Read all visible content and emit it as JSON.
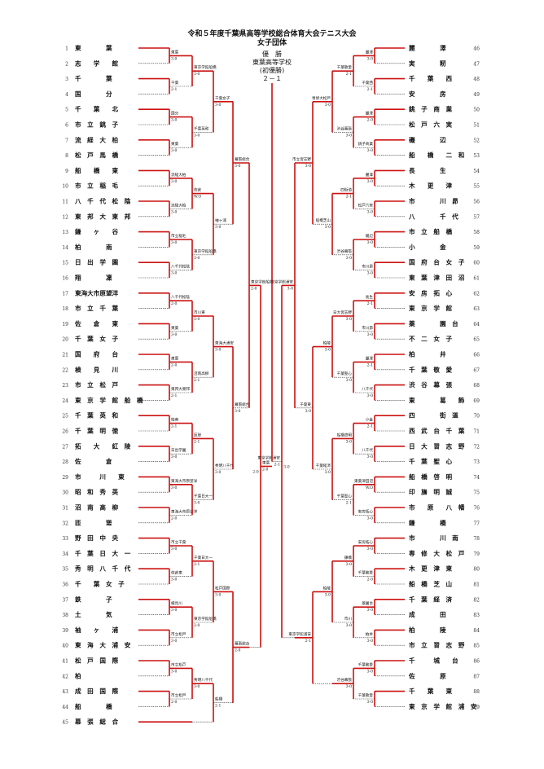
{
  "header": {
    "title": "令和５年度千葉県高等学校総合体育大会テニス大会",
    "subtitle": "女子団体"
  },
  "champion": {
    "label": "優　勝",
    "school": "東葉高等学校",
    "note": "(初優勝)",
    "score": "２－１"
  },
  "left_teams": [
    {
      "seed": "1",
      "name": "東　　　　葉"
    },
    {
      "seed": "2",
      "name": "志　　学　　館"
    },
    {
      "seed": "3",
      "name": "千　　　　葉"
    },
    {
      "seed": "4",
      "name": "国　　　　分"
    },
    {
      "seed": "5",
      "name": "千　　葉　　北"
    },
    {
      "seed": "6",
      "name": "市　立　銚　子"
    },
    {
      "seed": "7",
      "name": "流　経　大　柏"
    },
    {
      "seed": "8",
      "name": "松　戸　馬　橋"
    },
    {
      "seed": "9",
      "name": "船　　橋　　東"
    },
    {
      "seed": "10",
      "name": "市　立　稲　毛"
    },
    {
      "seed": "11",
      "name": "八　千　代　松　陰"
    },
    {
      "seed": "12",
      "name": "東　邦　大　東　邦"
    },
    {
      "seed": "13",
      "name": "鎌　　ヶ　　谷"
    },
    {
      "seed": "14",
      "name": "柏　　　　南"
    },
    {
      "seed": "15",
      "name": "日　出　学　園"
    },
    {
      "seed": "16",
      "name": "翔　　　　凜"
    },
    {
      "seed": "17",
      "name": "東海大市原望洋"
    },
    {
      "seed": "18",
      "name": "市　立　千　葉"
    },
    {
      "seed": "19",
      "name": "佐　　倉　　東"
    },
    {
      "seed": "20",
      "name": "千　葉　女　子"
    },
    {
      "seed": "21",
      "name": "国　　府　　台"
    },
    {
      "seed": "22",
      "name": "検　　見　　川"
    },
    {
      "seed": "23",
      "name": "市　立　松　戸"
    },
    {
      "seed": "24",
      "name": "東　京　学　館　船　橋"
    },
    {
      "seed": "25",
      "name": "千　葉　英　和"
    },
    {
      "seed": "26",
      "name": "千　葉　明　徳"
    },
    {
      "seed": "27",
      "name": "拓　　大　　紅　陵"
    },
    {
      "seed": "28",
      "name": "佐　　　　倉"
    },
    {
      "seed": "29",
      "name": "市　　　川　　東"
    },
    {
      "seed": "30",
      "name": "昭　和　秀　英"
    },
    {
      "seed": "31",
      "name": "沼　南　高　柳"
    },
    {
      "seed": "32",
      "name": "匝　　　　瑳"
    },
    {
      "seed": "33",
      "name": "野　田　中　央"
    },
    {
      "seed": "34",
      "name": "千　葉　日　大　一"
    },
    {
      "seed": "35",
      "name": "秀　明　八　千　代"
    },
    {
      "seed": "36",
      "name": "千　　葉　女　子"
    },
    {
      "seed": "37",
      "name": "鉄　　　　子"
    },
    {
      "seed": "38",
      "name": "土　　　　気"
    },
    {
      "seed": "39",
      "name": "袖　　ヶ　　浦"
    },
    {
      "seed": "40",
      "name": "東　海　大　浦　安"
    },
    {
      "seed": "41",
      "name": "松　戸　国　際"
    },
    {
      "seed": "42",
      "name": "柏"
    },
    {
      "seed": "43",
      "name": "成　田　国　際"
    },
    {
      "seed": "44",
      "name": "船　　　　橋"
    },
    {
      "seed": "45",
      "name": "幕　張　総　合"
    }
  ],
  "right_teams": [
    {
      "seed": "46",
      "name": "麗　　　　澤"
    },
    {
      "seed": "47",
      "name": "実　　　　籾"
    },
    {
      "seed": "48",
      "name": "千　　葉　　西"
    },
    {
      "seed": "49",
      "name": "安　　　　房"
    },
    {
      "seed": "50",
      "name": "銚　子　商　業"
    },
    {
      "seed": "51",
      "name": "松　戸　六　実"
    },
    {
      "seed": "52",
      "name": "磯　　　　辺"
    },
    {
      "seed": "53",
      "name": "船　　橋　　二　和"
    },
    {
      "seed": "54",
      "name": "長　　　　生"
    },
    {
      "seed": "55",
      "name": "木　　更　　津"
    },
    {
      "seed": "56",
      "name": "市　　　　川　昴"
    },
    {
      "seed": "57",
      "name": "八　　　　千　代"
    },
    {
      "seed": "58",
      "name": "市　立　船　橋"
    },
    {
      "seed": "59",
      "name": "小　　　　金"
    },
    {
      "seed": "60",
      "name": "国　府　台　女　子"
    },
    {
      "seed": "61",
      "name": "東　葉　津　田　沼"
    },
    {
      "seed": "62",
      "name": "安　房　拓　心"
    },
    {
      "seed": "63",
      "name": "東　京　学　館"
    },
    {
      "seed": "64",
      "name": "薬　　　　園　台"
    },
    {
      "seed": "65",
      "name": "不　二　女　子"
    },
    {
      "seed": "66",
      "name": "柏　　　　井"
    },
    {
      "seed": "67",
      "name": "千　葉　敬　愛"
    },
    {
      "seed": "68",
      "name": "渋　谷　幕　張"
    },
    {
      "seed": "69",
      "name": "東　　　　葛　　飾"
    },
    {
      "seed": "70",
      "name": "四　　　　街　道"
    },
    {
      "seed": "71",
      "name": "西　武　台　千　葉"
    },
    {
      "seed": "72",
      "name": "日　大　習　志　野"
    },
    {
      "seed": "73",
      "name": "千　葉　聖　心"
    },
    {
      "seed": "74",
      "name": "船　橋　啓　明"
    },
    {
      "seed": "75",
      "name": "印　旛　明　誠"
    },
    {
      "seed": "76",
      "name": "市　　原　　八　幡"
    },
    {
      "seed": "77",
      "name": "鎌　　　　橋"
    },
    {
      "seed": "78",
      "name": "市　　　　川　南"
    },
    {
      "seed": "79",
      "name": "専　修　大　松　戸"
    },
    {
      "seed": "80",
      "name": "木　更　津　東"
    },
    {
      "seed": "81",
      "name": "船　橋　芝　山"
    },
    {
      "seed": "82",
      "name": "千　葉　経　済"
    },
    {
      "seed": "83",
      "name": "成　　　　田"
    },
    {
      "seed": "84",
      "name": "柏　　　　陵"
    },
    {
      "seed": "85",
      "name": "市　立　習　志　野"
    },
    {
      "seed": "86",
      "name": "千　　　城　　台"
    },
    {
      "seed": "87",
      "name": "佐　　　　原"
    },
    {
      "seed": "88",
      "name": "千　　葉　　東"
    },
    {
      "seed": "89",
      "name": "東　京　学　館　浦　安"
    }
  ],
  "left_results": [
    {
      "winner": "東葉",
      "score": "3-0"
    },
    {
      "winner": "千葉",
      "score": "2-1"
    },
    {
      "winner": "国分",
      "score": "3-0"
    },
    {
      "winner": "東葉",
      "score": "3-0"
    },
    {
      "winner": "流経大柏",
      "score": "3-0"
    },
    {
      "winner": "流経大柏",
      "score": "3-0"
    },
    {
      "winner": "市立稲毛",
      "score": "3-0"
    },
    {
      "winner": "八千代松陰",
      "score": "3-0"
    },
    {
      "winner": "八千代松陰",
      "score": "2-0"
    },
    {
      "winner": "東葉",
      "score": "3-0"
    },
    {
      "winner": "東葉",
      "score": "2-0"
    },
    {
      "winner": "東邦大東邦",
      "score": "2-1"
    },
    {
      "winner": "柏南",
      "score": "2-1"
    },
    {
      "winner": "日出学園",
      "score": "3-0"
    },
    {
      "winner": "東海大市原望洋",
      "score": "3-0"
    },
    {
      "winner": "東海大市原望洋",
      "score": "2-0"
    },
    {
      "winner": "市立千葉",
      "score": "3-0"
    },
    {
      "winner": "佐倉東",
      "score": "3-0"
    },
    {
      "winner": "検見川",
      "score": "3-0"
    },
    {
      "winner": "市立松戸",
      "score": "3-0"
    },
    {
      "winner": "市立松戸",
      "score": "3-0"
    },
    {
      "winner": "市立松戸",
      "score": "2-0"
    },
    {
      "winner": "東京学館船橋",
      "score": "3-0"
    },
    {
      "winner": "千葉英和",
      "score": "3-0"
    },
    {
      "winner": "佐倉",
      "score": "W.O"
    },
    {
      "winner": "東京学館船橋",
      "score": "3-0"
    },
    {
      "winner": "市川東",
      "score": "3-0"
    },
    {
      "winner": "沼南高柳",
      "score": "2-1"
    },
    {
      "winner": "匝瑳",
      "score": "2-1"
    },
    {
      "winner": "千葉日大一",
      "score": "3-0"
    },
    {
      "winner": "千葉日大一",
      "score": "2-1"
    },
    {
      "winner": "東京学館船橋",
      "score": "2-0"
    },
    {
      "winner": "秀明八千代",
      "score": "3-0"
    },
    {
      "winner": "千葉女子",
      "score": "3-0"
    },
    {
      "winner": "袖ヶ浦",
      "score": "3-0"
    },
    {
      "winner": "東海大浦安",
      "score": "3-0"
    },
    {
      "winner": "秀明八千代",
      "score": "3-0"
    },
    {
      "winner": "松戸国際",
      "score": "3-0"
    },
    {
      "winner": "船橋",
      "score": "2-1"
    },
    {
      "winner": "幕張総合",
      "score": "3-0"
    },
    {
      "winner": "幕張総合",
      "score": "3-0"
    },
    {
      "winner": "幕張総合",
      "score": "2-0"
    },
    {
      "winner": "東京学館船橋",
      "score": "2-0"
    },
    {
      "winner": "東葉",
      "score": "2-0"
    }
  ],
  "right_results": [
    {
      "winner": "麗澤",
      "score": "3-0"
    },
    {
      "winner": "千葉西",
      "score": "2-1"
    },
    {
      "winner": "麗澤",
      "score": "2-0"
    },
    {
      "winner": "銚子商業",
      "score": "3-0"
    },
    {
      "winner": "麗澤",
      "score": "3-0"
    },
    {
      "winner": "松戸六実",
      "score": "3-0"
    },
    {
      "winner": "磯辺",
      "score": "3-0"
    },
    {
      "winner": "市川昴",
      "score": "3-0"
    },
    {
      "winner": "長生",
      "score": "2-1"
    },
    {
      "winner": "市川昴",
      "score": "3-0"
    },
    {
      "winner": "麗澤",
      "score": "2-1"
    },
    {
      "winner": "八千代",
      "score": "3-0"
    },
    {
      "winner": "小金",
      "score": "2-1"
    },
    {
      "winner": "八千代",
      "score": "3-0"
    },
    {
      "winner": "東葉津田沼",
      "score": "W.O"
    },
    {
      "winner": "安房拓心",
      "score": "3-0"
    },
    {
      "winner": "安房拓心",
      "score": "3-0"
    },
    {
      "winner": "千葉敬愛",
      "score": "2-0"
    },
    {
      "winner": "薬園台",
      "score": "3-0"
    },
    {
      "winner": "柏井",
      "score": "3-0"
    },
    {
      "winner": "千葉敬愛",
      "score": "3-0"
    },
    {
      "winner": "千葉敬愛",
      "score": "3-0"
    },
    {
      "winner": "千葉敬愛",
      "score": "2-1"
    },
    {
      "winner": "渋谷幕張",
      "score": "3-0"
    },
    {
      "winner": "四街道",
      "score": "2-1"
    },
    {
      "winner": "渋谷幕張",
      "score": "3-0"
    },
    {
      "winner": "日大習志野",
      "score": "3-0"
    },
    {
      "winner": "千葉聖心",
      "score": "3-0"
    },
    {
      "winner": "船橋啓明",
      "score": "3-0"
    },
    {
      "winner": "千葉聖心",
      "score": "2-1"
    },
    {
      "winner": "鎌橋",
      "score": "3-0"
    },
    {
      "winner": "市川",
      "score": "3-0"
    },
    {
      "winner": "渋谷幕張",
      "score": "3-0"
    },
    {
      "winner": "専修大松戸",
      "score": "3-0"
    },
    {
      "winner": "船橋芝山",
      "score": "3-0"
    },
    {
      "winner": "柏陵",
      "score": "3-0"
    },
    {
      "winner": "千葉経済",
      "score": "3-0"
    },
    {
      "winner": "柏陵",
      "score": "3-0"
    },
    {
      "winner": "市立習志野",
      "score": "3-0"
    },
    {
      "winner": "千葉東",
      "score": "3-0"
    },
    {
      "winner": "東京学館浦安",
      "score": "2-1"
    },
    {
      "winner": "東京学館浦安",
      "score": "3-0"
    },
    {
      "winner": "東京学館浦安",
      "score": "2-1"
    },
    {
      "winner": "東京学館浦安",
      "score": "2-0"
    }
  ],
  "final": {
    "score_left": "2-0",
    "score_right": "3-0"
  },
  "colors": {
    "winner_line": "#cc1111",
    "loser_line": "#333333"
  }
}
